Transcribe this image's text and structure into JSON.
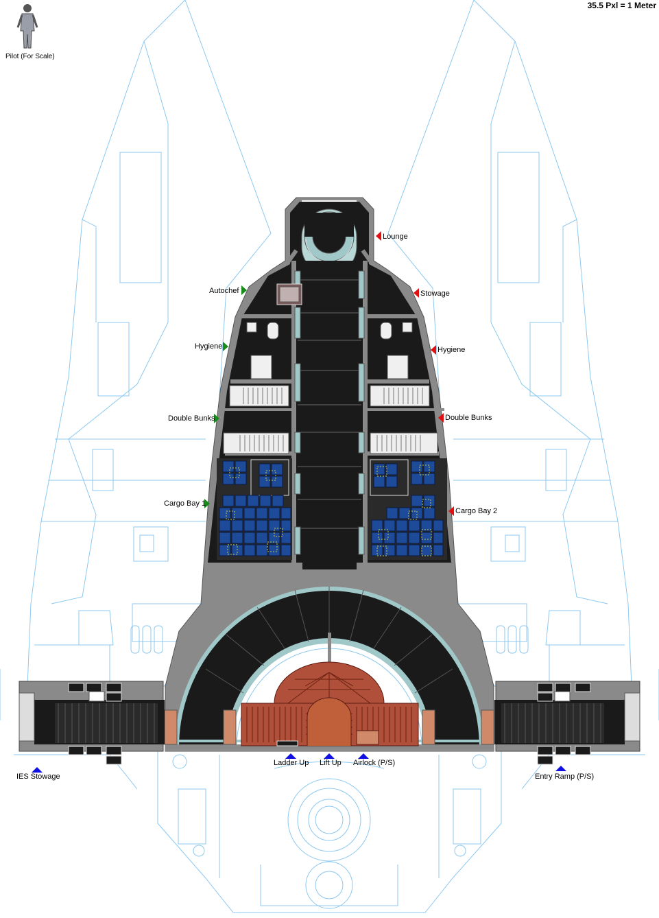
{
  "scale_text": "35.5 Pxl = 1 Meter",
  "pilot_caption": "Pilot (For Scale)",
  "colors": {
    "blueprint": "#8cc8f0",
    "hull_dark": "#1a1a1a",
    "wall_gray": "#8a8a8a",
    "cargo_blue": "#1e4a9a",
    "marker_green": "#1a8a1a",
    "marker_red": "#e01010",
    "marker_blue": "#1010e0",
    "deck_copper": "#b0503a"
  },
  "labels": {
    "lounge": "Lounge",
    "autochef": "Autochef",
    "stowage": "Stowage",
    "hygiene_port": "Hygiene",
    "hygiene_starboard": "Hygiene",
    "bunks_port": "Double Bunks",
    "bunks_starboard": "Double Bunks",
    "cargo_bay_1": "Cargo Bay 1",
    "cargo_bay_2": "Cargo Bay 2",
    "ies_stowage": "IES Stowage",
    "ladder_up": "Ladder Up",
    "lift_up": "Lift Up",
    "airlock": "Airlock (P/S)",
    "entry_ramp": "Entry Ramp (P/S)"
  }
}
